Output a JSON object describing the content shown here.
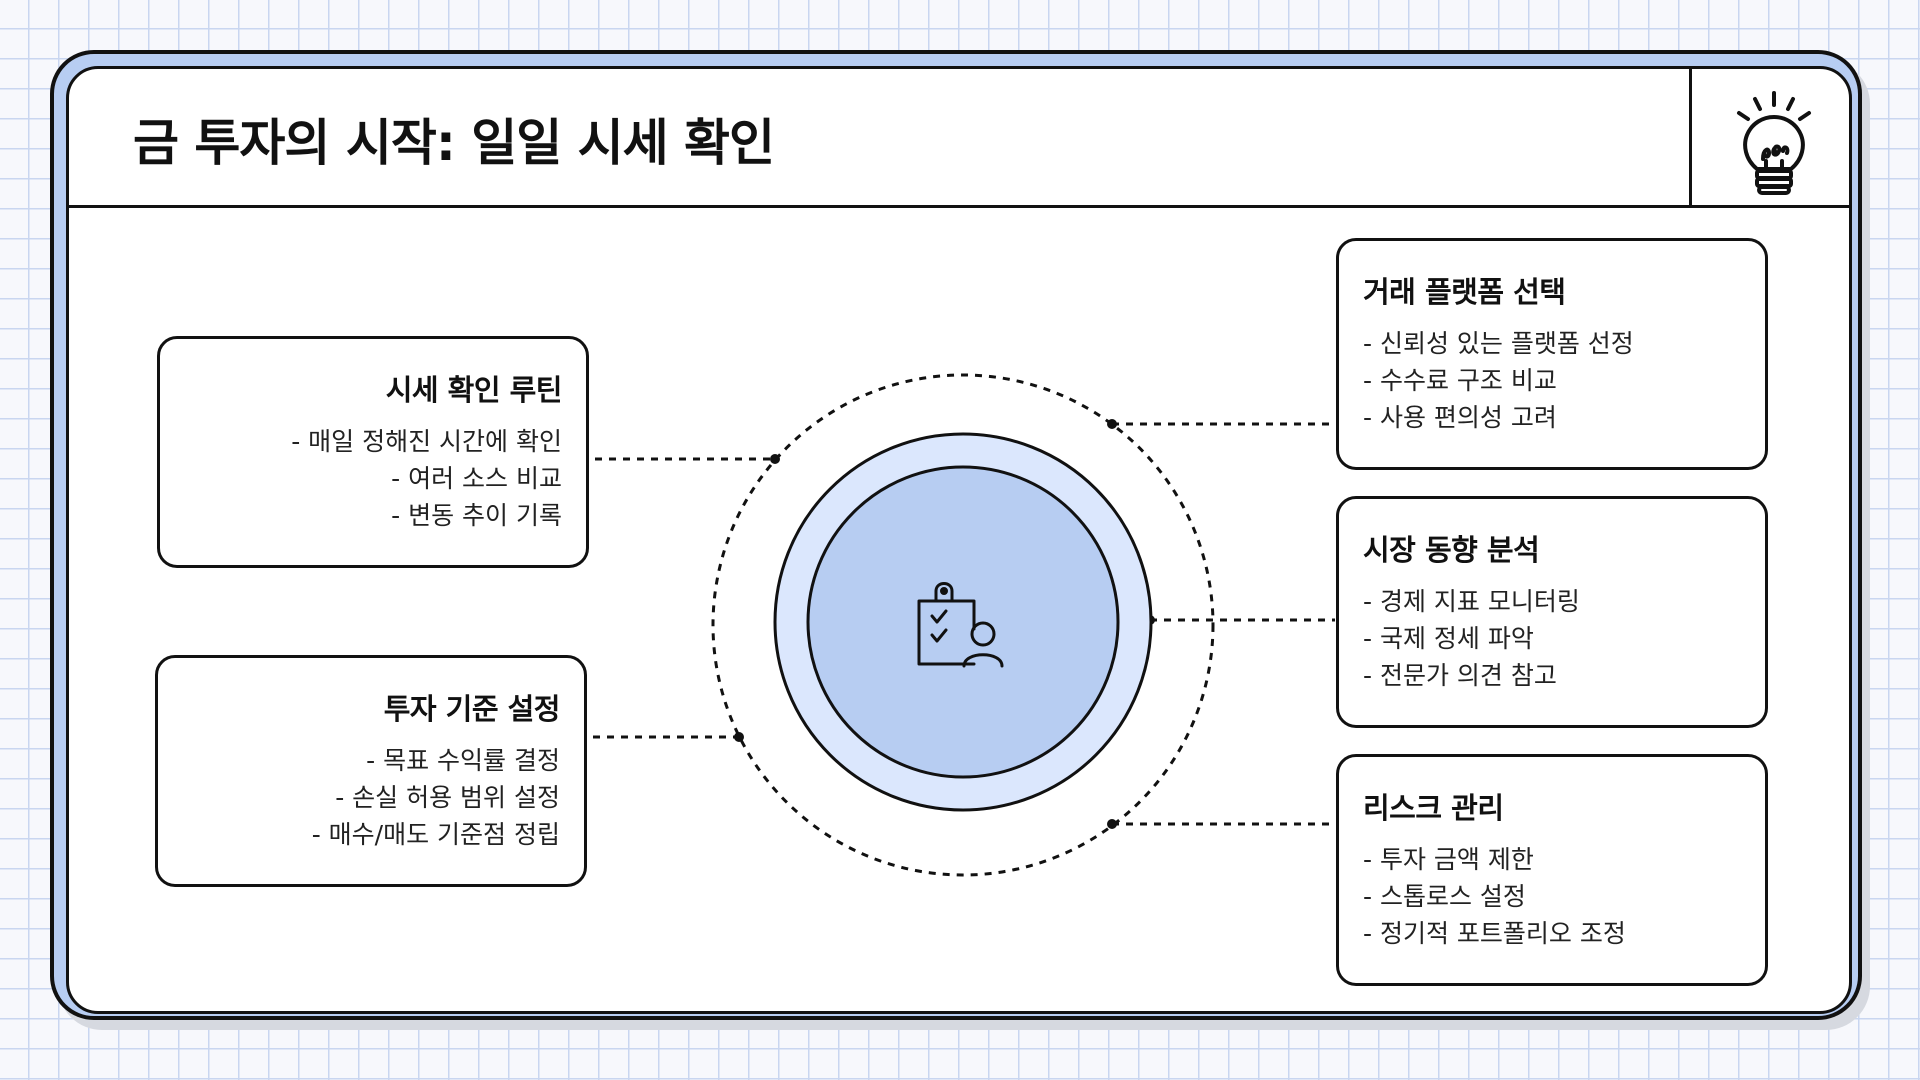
{
  "title": "금 투자의 시작: 일일 시세 확인",
  "icons": {
    "header": "lightbulb-icon",
    "center": "clipboard-checklist-person-icon"
  },
  "colors": {
    "frame": "#b7cdf2",
    "center_outer": "#dbe7fd",
    "center_inner": "#b7cdf2",
    "border": "#111111"
  },
  "cards": {
    "routine": {
      "title": "시세 확인 루틴",
      "items": [
        "- 매일 정해진 시간에 확인",
        "- 여러 소스 비교",
        "- 변동 추이 기록"
      ]
    },
    "criteria": {
      "title": "투자 기준 설정",
      "items": [
        "- 목표 수익률 결정",
        "- 손실 허용 범위 설정",
        "- 매수/매도 기준점 정립"
      ]
    },
    "platform": {
      "title": "거래 플랫폼 선택",
      "items": [
        "- 신뢰성 있는 플랫폼 선정",
        "- 수수료 구조 비교",
        "- 사용 편의성 고려"
      ]
    },
    "trend": {
      "title": "시장 동향 분석",
      "items": [
        "- 경제 지표 모니터링",
        "- 국제 정세 파악",
        "- 전문가 의견 참고"
      ]
    },
    "risk": {
      "title": "리스크 관리",
      "items": [
        "- 투자 금액 제한",
        "- 스톱로스 설정",
        "- 정기적 포트폴리오 조정"
      ]
    }
  }
}
